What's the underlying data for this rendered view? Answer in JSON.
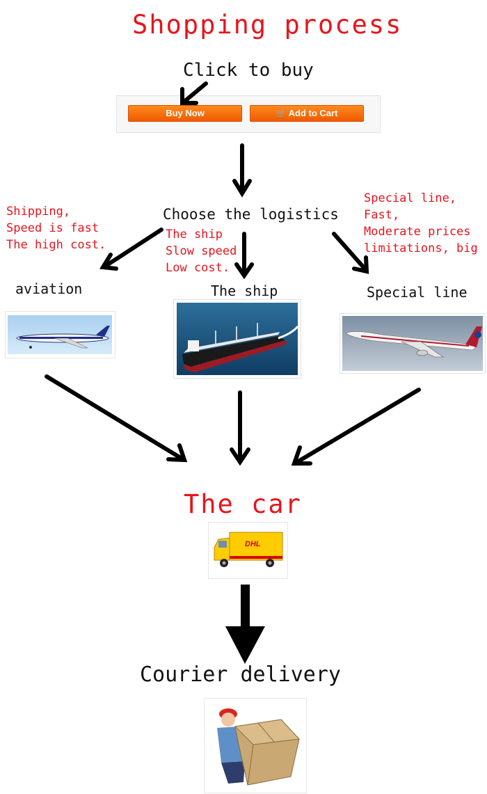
{
  "title": "Shopping process",
  "step_click": "Click to buy",
  "buttons": {
    "buy_now": "Buy Now",
    "add_to_cart": "Add to Cart"
  },
  "step_logistics": "Choose the logistics",
  "notes": {
    "aviation": [
      "Shipping,",
      "Speed is fast",
      "The high cost."
    ],
    "ship": [
      "The ship",
      "Slow speed",
      "Low cost."
    ],
    "special": [
      "Special line,",
      "Fast,",
      "Moderate prices",
      "limitations, big"
    ]
  },
  "options": {
    "aviation": "aviation",
    "ship": "The ship",
    "special": "Special line"
  },
  "step_car": "The car",
  "truck_brand": "DHL",
  "step_delivery": "Courier delivery",
  "colors": {
    "title_red": "#e8141c",
    "button_orange": "#f36b0a",
    "arrow": "#000000"
  },
  "icons": [
    "cart-icon",
    "airplane-icon",
    "ship-icon",
    "truck-icon",
    "courier-icon"
  ]
}
